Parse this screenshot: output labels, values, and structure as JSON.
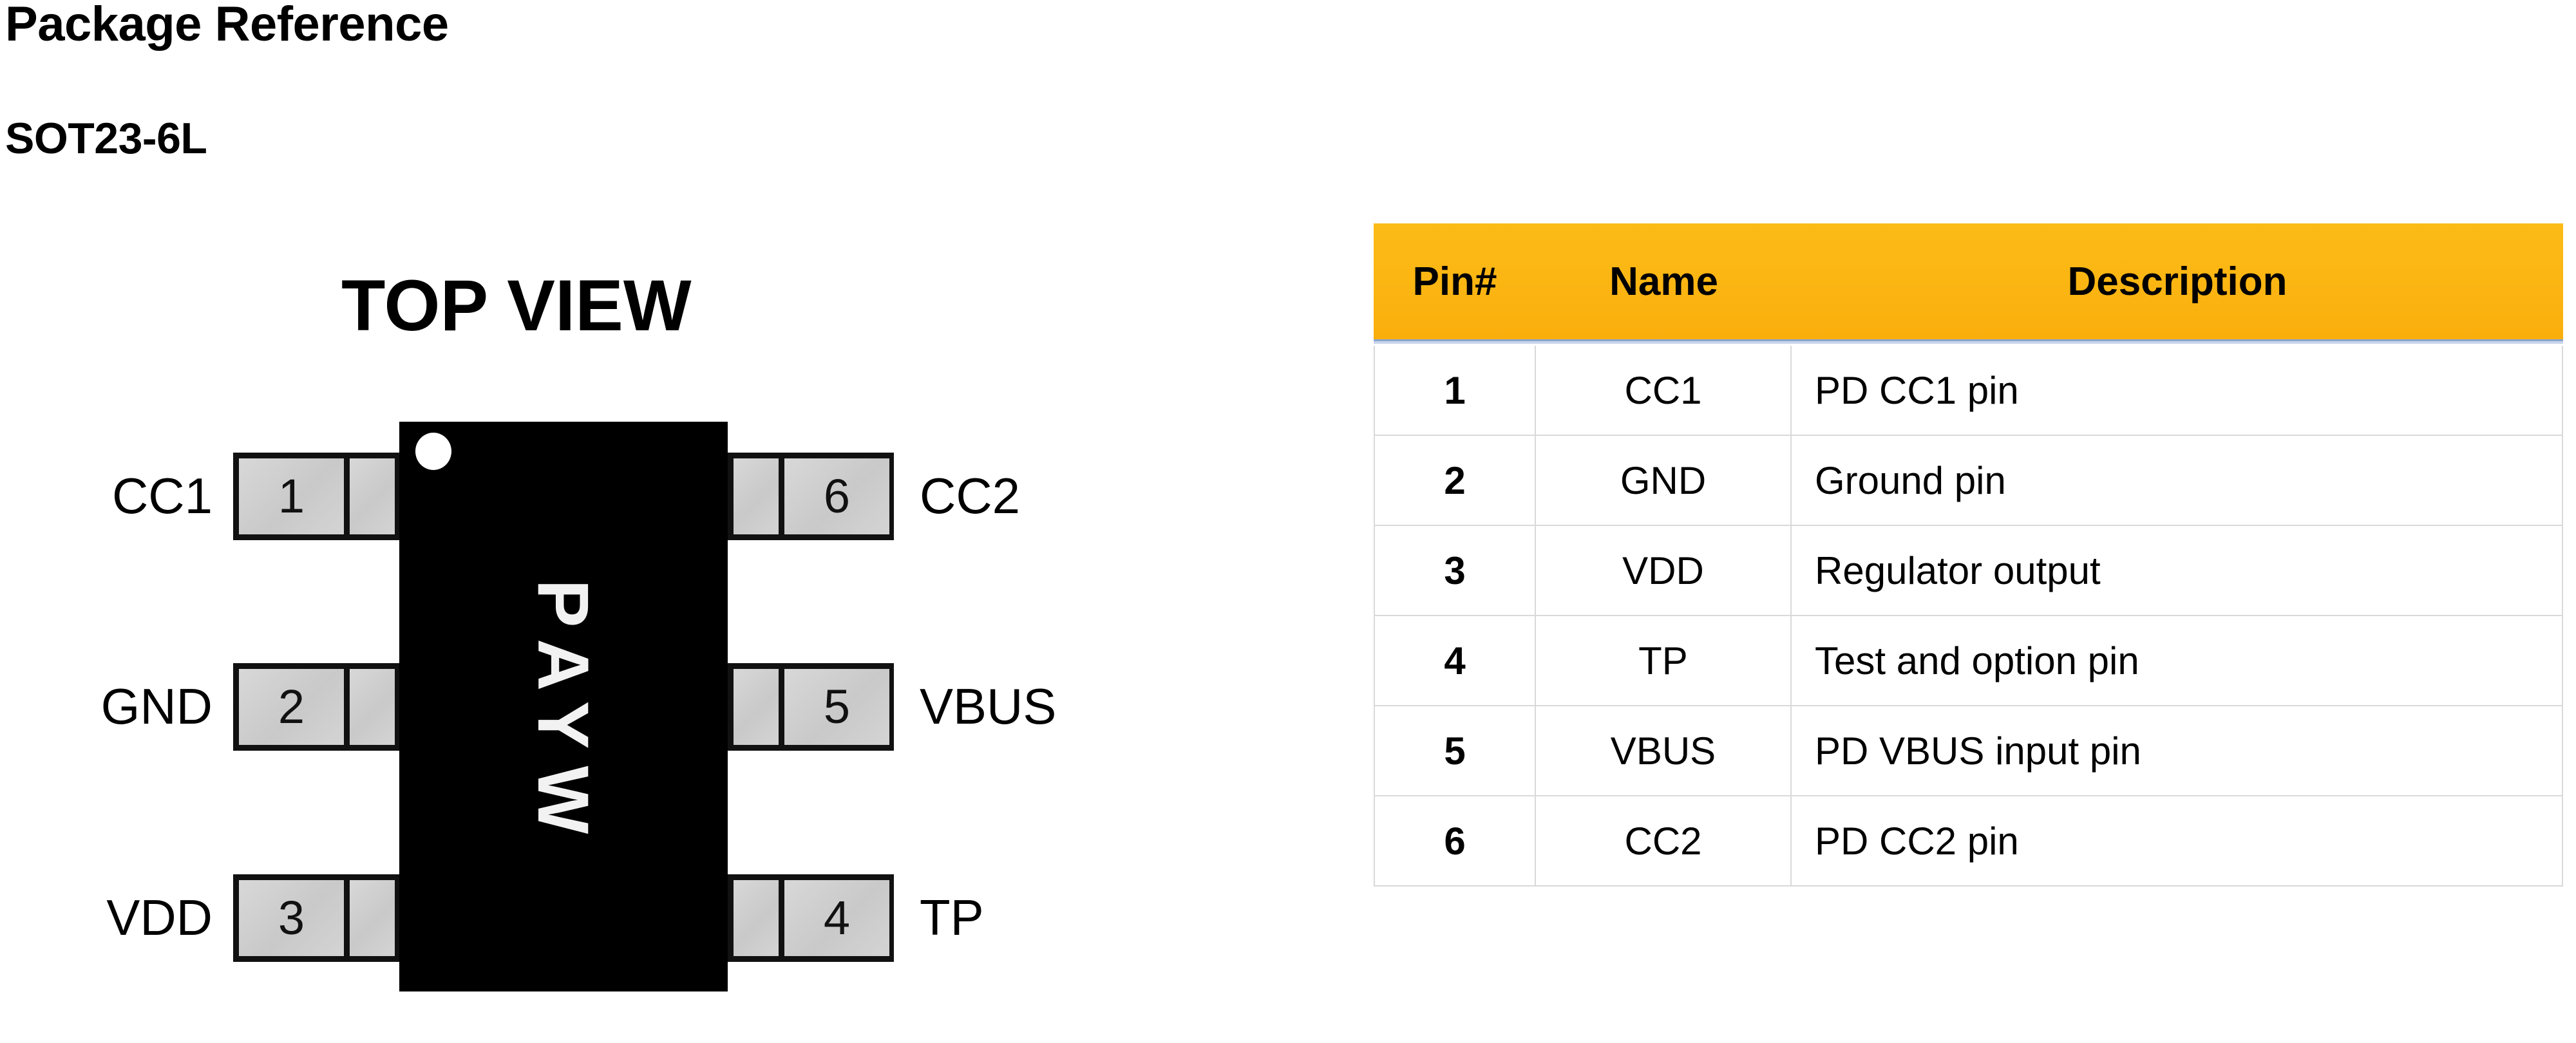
{
  "page_title": "Package Reference",
  "package_name": "SOT23-6L",
  "diagram": {
    "view_label": "TOP VIEW",
    "chip_marking": "PAYW",
    "pin1_indicator": "pin1-dot",
    "pins_left": [
      {
        "number": "1",
        "label": "CC1"
      },
      {
        "number": "2",
        "label": "GND"
      },
      {
        "number": "3",
        "label": "VDD"
      }
    ],
    "pins_right": [
      {
        "number": "6",
        "label": "CC2"
      },
      {
        "number": "5",
        "label": "VBUS"
      },
      {
        "number": "4",
        "label": "TP"
      }
    ]
  },
  "pin_table": {
    "columns": [
      "Pin#",
      "Name",
      "Description"
    ],
    "header_color": "#FBB713",
    "accent_rule_color": "#8AA4CF",
    "grid_color": "#D9D9D9",
    "rows": [
      {
        "pin": "1",
        "name": "CC1",
        "description": "PD CC1 pin"
      },
      {
        "pin": "2",
        "name": "GND",
        "description": "Ground pin"
      },
      {
        "pin": "3",
        "name": "VDD",
        "description": "Regulator output"
      },
      {
        "pin": "4",
        "name": "TP",
        "description": "Test and option pin"
      },
      {
        "pin": "5",
        "name": "VBUS",
        "description": "PD VBUS input pin"
      },
      {
        "pin": "6",
        "name": "CC2",
        "description": "PD CC2 pin"
      }
    ]
  }
}
